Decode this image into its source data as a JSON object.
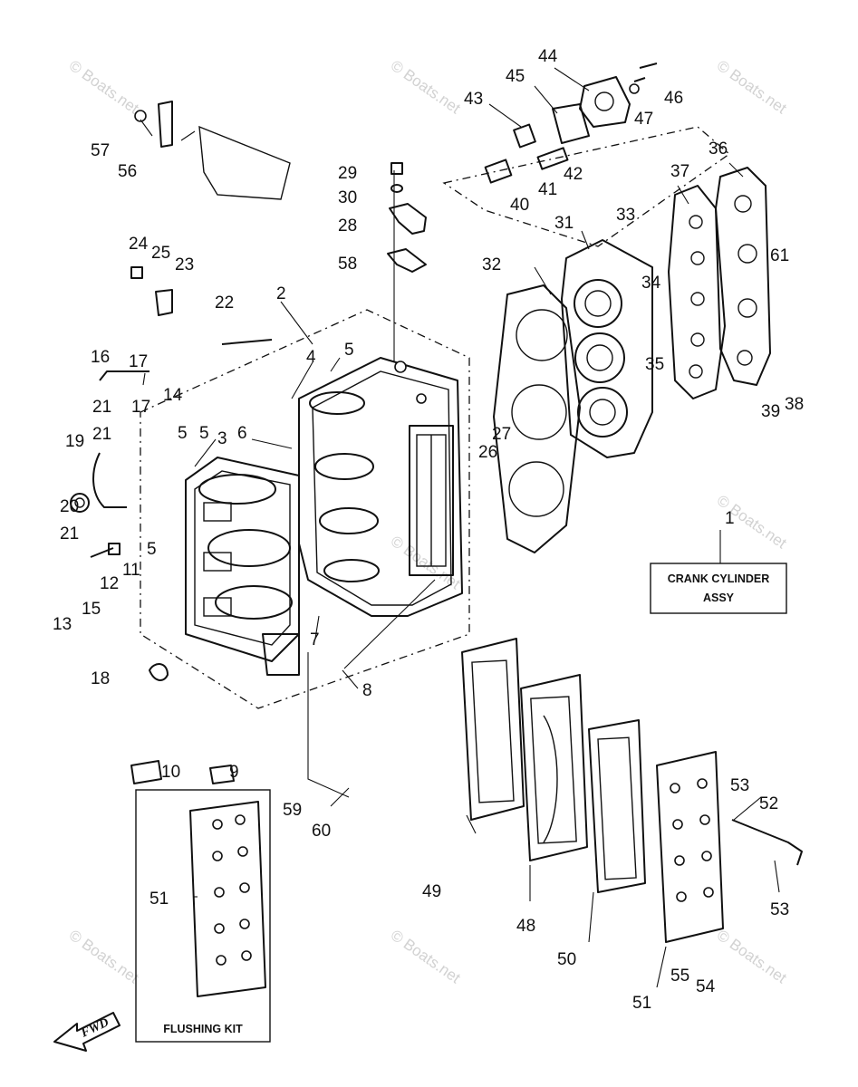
{
  "diagram": {
    "assembly_label": [
      "CRANK CYLINDER",
      "ASSY"
    ],
    "flushing_kit_label": "FLUSHING KIT",
    "fwd_label": "FWD",
    "watermark": "© Boats.net",
    "callouts": [
      {
        "id": "c1",
        "text": "1"
      },
      {
        "id": "c2",
        "text": "2"
      },
      {
        "id": "c3",
        "text": "3"
      },
      {
        "id": "c4",
        "text": "4"
      },
      {
        "id": "c5a",
        "text": "5"
      },
      {
        "id": "c5b",
        "text": "5"
      },
      {
        "id": "c5c",
        "text": "5"
      },
      {
        "id": "c5d",
        "text": "5"
      },
      {
        "id": "c6",
        "text": "6"
      },
      {
        "id": "c7",
        "text": "7"
      },
      {
        "id": "c8",
        "text": "8"
      },
      {
        "id": "c9",
        "text": "9"
      },
      {
        "id": "c10",
        "text": "10"
      },
      {
        "id": "c11",
        "text": "11"
      },
      {
        "id": "c12",
        "text": "12"
      },
      {
        "id": "c13",
        "text": "13"
      },
      {
        "id": "c14",
        "text": "14"
      },
      {
        "id": "c15",
        "text": "15"
      },
      {
        "id": "c16",
        "text": "16"
      },
      {
        "id": "c17a",
        "text": "17"
      },
      {
        "id": "c17b",
        "text": "17"
      },
      {
        "id": "c18",
        "text": "18"
      },
      {
        "id": "c19",
        "text": "19"
      },
      {
        "id": "c20",
        "text": "20"
      },
      {
        "id": "c21a",
        "text": "21"
      },
      {
        "id": "c21b",
        "text": "21"
      },
      {
        "id": "c21c",
        "text": "21"
      },
      {
        "id": "c22",
        "text": "22"
      },
      {
        "id": "c23",
        "text": "23"
      },
      {
        "id": "c24",
        "text": "24"
      },
      {
        "id": "c25",
        "text": "25"
      },
      {
        "id": "c26",
        "text": "26"
      },
      {
        "id": "c27",
        "text": "27"
      },
      {
        "id": "c28",
        "text": "28"
      },
      {
        "id": "c29",
        "text": "29"
      },
      {
        "id": "c30",
        "text": "30"
      },
      {
        "id": "c31",
        "text": "31"
      },
      {
        "id": "c32",
        "text": "32"
      },
      {
        "id": "c33",
        "text": "33"
      },
      {
        "id": "c34",
        "text": "34"
      },
      {
        "id": "c35",
        "text": "35"
      },
      {
        "id": "c36",
        "text": "36"
      },
      {
        "id": "c37",
        "text": "37"
      },
      {
        "id": "c38",
        "text": "38"
      },
      {
        "id": "c39",
        "text": "39"
      },
      {
        "id": "c40",
        "text": "40"
      },
      {
        "id": "c41",
        "text": "41"
      },
      {
        "id": "c42",
        "text": "42"
      },
      {
        "id": "c43",
        "text": "43"
      },
      {
        "id": "c44",
        "text": "44"
      },
      {
        "id": "c45",
        "text": "45"
      },
      {
        "id": "c46",
        "text": "46"
      },
      {
        "id": "c47",
        "text": "47"
      },
      {
        "id": "c48",
        "text": "48"
      },
      {
        "id": "c49",
        "text": "49"
      },
      {
        "id": "c50",
        "text": "50"
      },
      {
        "id": "c51a",
        "text": "51"
      },
      {
        "id": "c51b",
        "text": "51"
      },
      {
        "id": "c52",
        "text": "52"
      },
      {
        "id": "c53a",
        "text": "53"
      },
      {
        "id": "c53b",
        "text": "53"
      },
      {
        "id": "c54",
        "text": "54"
      },
      {
        "id": "c55",
        "text": "55"
      },
      {
        "id": "c56",
        "text": "56"
      },
      {
        "id": "c57",
        "text": "57"
      },
      {
        "id": "c58",
        "text": "58"
      },
      {
        "id": "c59",
        "text": "59"
      },
      {
        "id": "c60",
        "text": "60"
      },
      {
        "id": "c61",
        "text": "61"
      }
    ]
  }
}
